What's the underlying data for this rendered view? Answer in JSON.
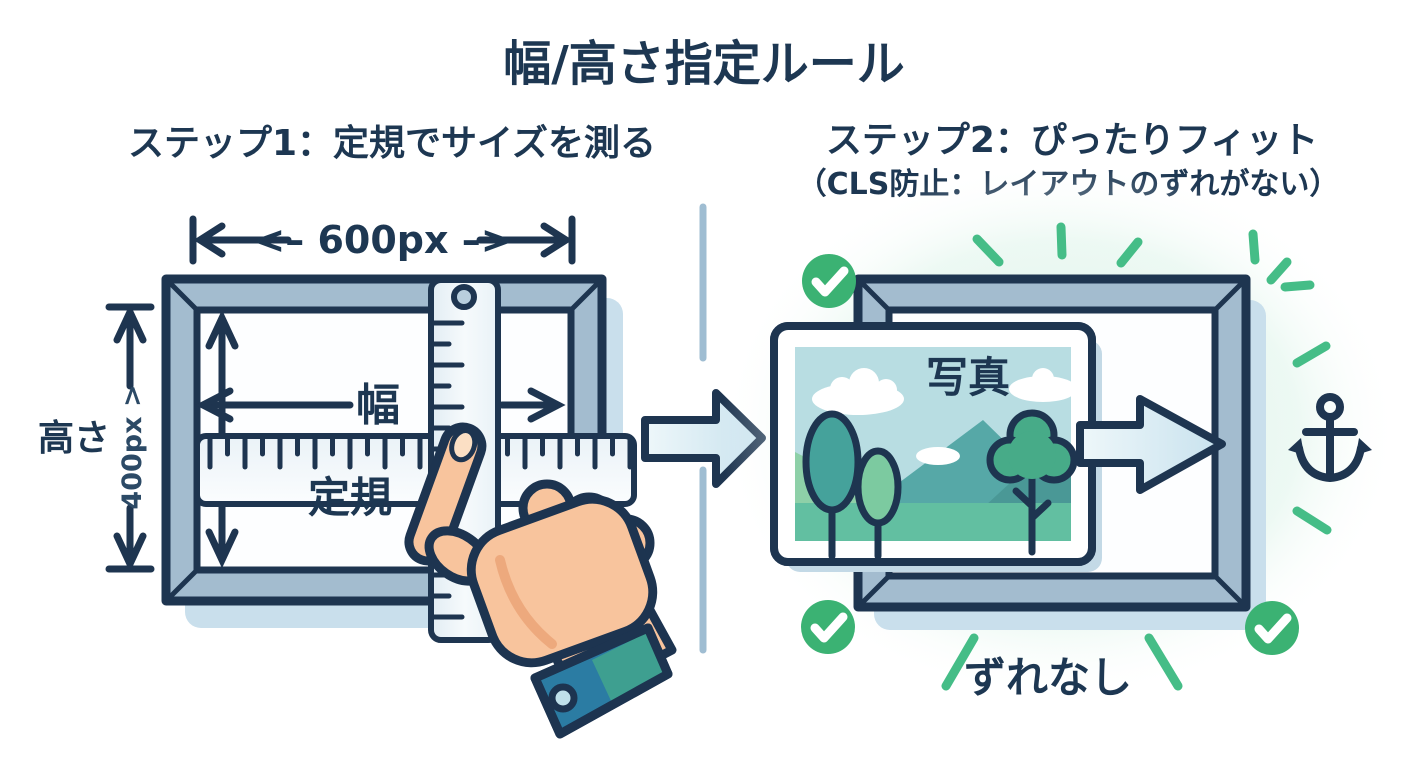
{
  "title": "幅/高さ指定ルール",
  "step1": {
    "heading": "ステップ1：定規でサイズを測る",
    "width_dim_label": "<– 600px –>",
    "height_dim_label": "400px >",
    "height_label": "高さ",
    "width_label": "幅",
    "ruler_label": "定規"
  },
  "step2": {
    "heading": "ステップ2：ぴったりフィット",
    "subheading": "（CLS防止：レイアウトのずれがない）",
    "photo_label": "写真",
    "result_label": "ずれなし"
  },
  "icons": {
    "check-circle-icon": "white check in green circle",
    "anchor-icon": "navy anchor",
    "pointing-hand-icon": "hand with extended index finger on ruler",
    "transition-arrow-icon": "right block arrow between steps",
    "fit-arrow-icon": "right block arrow pushing photo into frame",
    "sparkle-ray-icon": "green dash rays",
    "ruler-icon": "rulers with tick marks"
  },
  "colors": {
    "navy": "#1e3550",
    "frame_bevel": "#a3bccf",
    "shadow_blue": "#c9dfec",
    "ruler_fill": "#eef4f8",
    "divider_blue": "#9fbdd2",
    "green": "#3bb273",
    "ray_green": "#45bd87",
    "skin": "#f8c49d",
    "cuff_blue": "#2b7ca3",
    "cuff_teal": "#3e9f90",
    "photo_sky": "#b8dde2",
    "photo_ground": "#62bfa1",
    "glow_mint": "#d7f1e6"
  }
}
